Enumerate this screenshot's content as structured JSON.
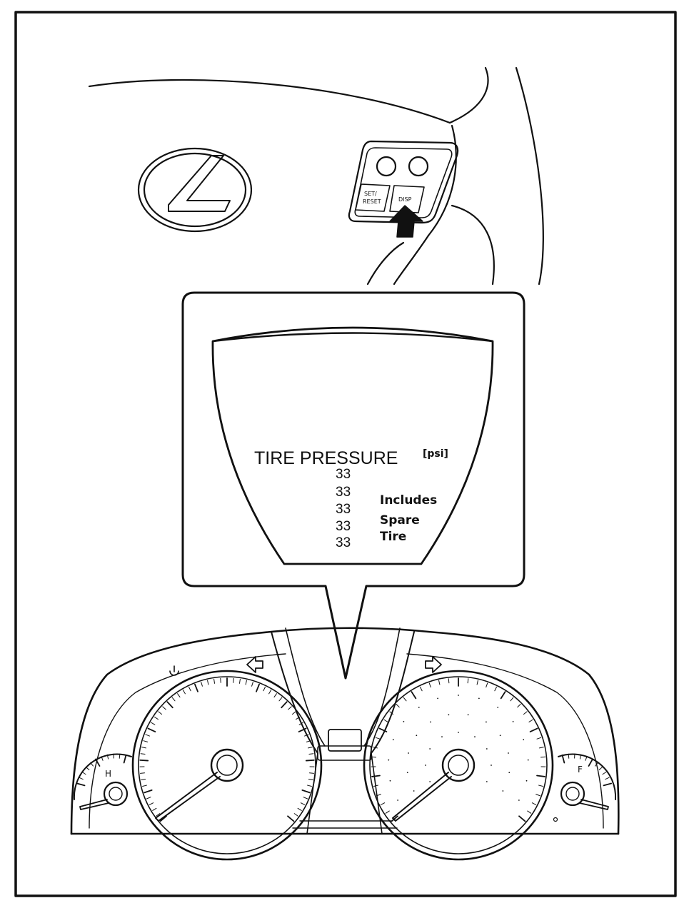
{
  "display": {
    "title": "TIRE PRESSURE",
    "unit": "[psi]",
    "readings": [
      "33",
      "33",
      "33",
      "33",
      "33"
    ],
    "note_lines": [
      "Includes",
      "Spare",
      "Tire"
    ]
  },
  "switch_panel": {
    "reset_label_1": "SET/",
    "reset_label_2": "RESET",
    "disp_label": "DISP"
  },
  "gauges": {
    "temp_label": "H",
    "fuel_label": "F"
  }
}
